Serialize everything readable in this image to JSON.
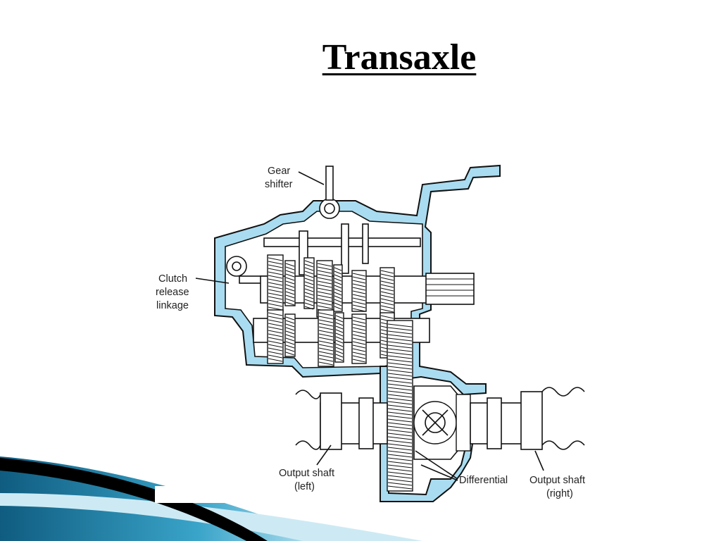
{
  "slide": {
    "title": "Transaxle"
  },
  "diagram": {
    "labels": {
      "gear_shifter": [
        "Gear",
        "shifter"
      ],
      "clutch_release_linkage": [
        "Clutch",
        "release",
        "linkage"
      ],
      "output_shaft_left": [
        "Output shaft",
        "(left)"
      ],
      "differential": [
        "Differential"
      ],
      "output_shaft_right": [
        "Output shaft",
        "(right)"
      ]
    }
  },
  "colors": {
    "housing": "#a9dcf0",
    "decor_dark_blue": "#0f5c80",
    "decor_light_blue": "#5bbad8",
    "decor_black": "#000000"
  }
}
